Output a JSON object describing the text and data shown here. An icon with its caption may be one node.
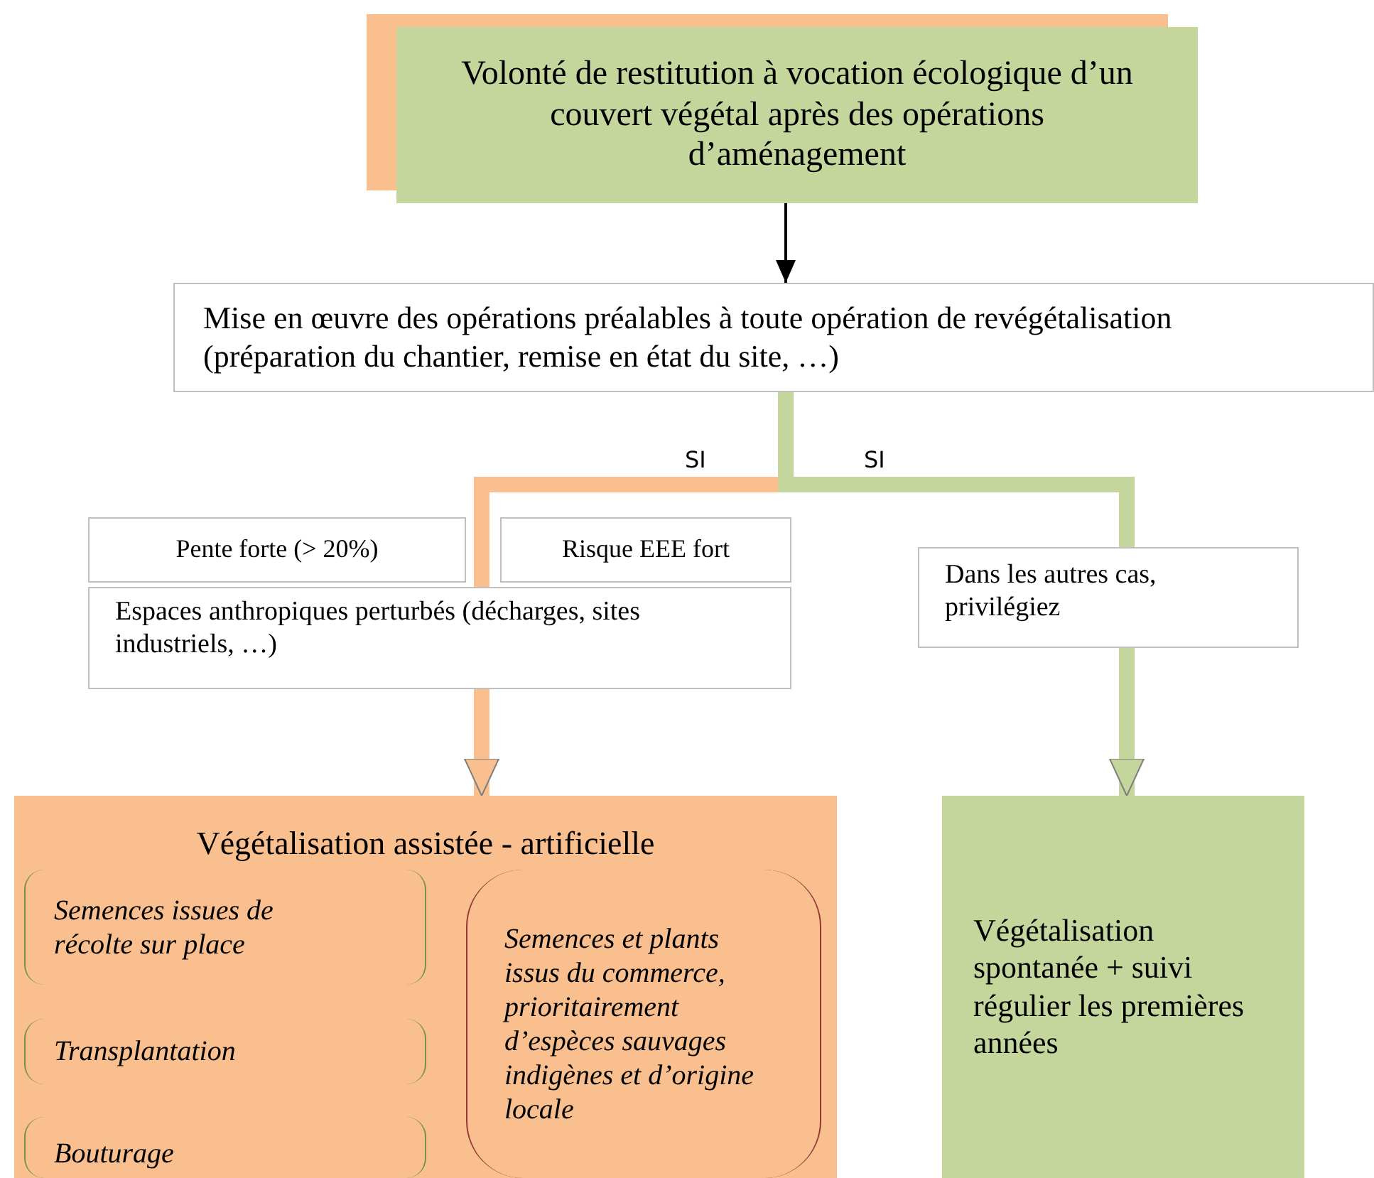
{
  "diagram": {
    "nodes": [
      {
        "text": [
          "Volonté de restitution à vocation écologique d’un couvert végétal après des opérations d’aménagement"
        ]
      },
      {
        "text": [
          "Mise en œuvre des opérations préalables à toute opération de revégétalisation (préparation du chantier, remise en état du site, …)"
        ]
      },
      {
        "text": [
          "Pente forte (> 20%)"
        ]
      },
      {
        "text": [
          "Risque EEE fort"
        ]
      },
      {
        "text": [
          "Espaces anthropiques perturbés (décharges, sites industriels, …)"
        ]
      },
      {
        "text": [
          "Dans les autres cas, privilégiez"
        ]
      },
      {
        "text": [
          "Végétalisation assistée - artificielle"
        ]
      },
      {
        "text": [
          "Semences issues de récolte sur place"
        ],
        "in": 6
      },
      {
        "text": [
          "Transplantation"
        ],
        "in": 6
      },
      {
        "text": [
          "Bouturage"
        ],
        "in": 6
      },
      {
        "text": [
          "Semences et plants issus du commerce, prioritairement d’espèces sauvages indigènes et d’origine locale"
        ],
        "in": 6
      },
      {
        "text": [
          "Végétalisation spontanée + suivi régulier les premières années"
        ]
      }
    ],
    "edges": [
      {
        "from": 0,
        "to": 1,
        "arrow": "to",
        "color": "#000000"
      },
      {
        "from": 1,
        "to": 4,
        "arrow": "none",
        "label": "SI",
        "color": "#f9bf8f"
      },
      {
        "from": 4,
        "to": 6,
        "arrow": "to",
        "color": "#f9bf8f"
      },
      {
        "from": 1,
        "to": 5,
        "arrow": "none",
        "label": "SI",
        "color": "#c4d69b"
      },
      {
        "from": 5,
        "to": 11,
        "arrow": "to",
        "color": "#c4d69b"
      }
    ]
  }
}
